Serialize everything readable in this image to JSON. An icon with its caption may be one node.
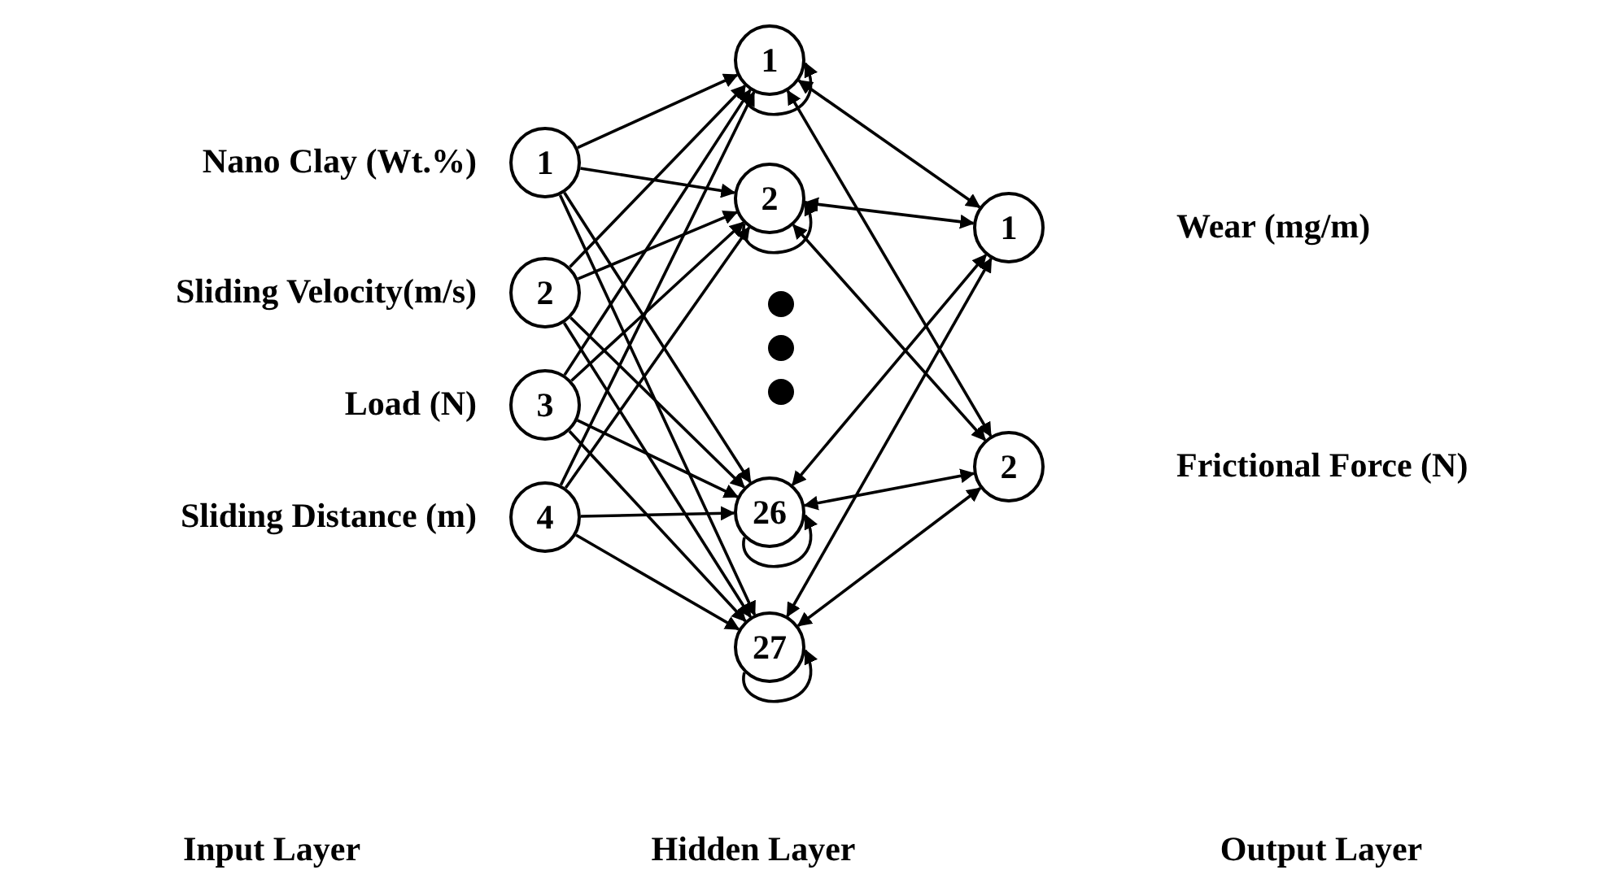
{
  "diagram": {
    "nodes": [
      {
        "text": [
          "1"
        ],
        "beside": [
          "Nano Clay (Wt.%)"
        ]
      },
      {
        "text": [
          "2"
        ],
        "beside": [
          "Sliding Velocity(m/s)"
        ]
      },
      {
        "text": [
          "3"
        ],
        "beside": [
          "Load (N)"
        ]
      },
      {
        "text": [
          "4"
        ],
        "beside": [
          "Sliding Distance (m)"
        ]
      },
      {
        "text": [
          "1"
        ]
      },
      {
        "text": [
          "2"
        ]
      },
      {
        "text": [
          "26"
        ]
      },
      {
        "text": [
          "27"
        ]
      },
      {
        "text": [
          "1"
        ],
        "beside": [
          "Wear (mg/m)"
        ]
      },
      {
        "text": [
          "2"
        ],
        "beside": [
          "Frictional Force (N)"
        ]
      }
    ],
    "edges": [
      {
        "from": 0,
        "to": 4,
        "arrow": "to"
      },
      {
        "from": 0,
        "to": 5,
        "arrow": "to"
      },
      {
        "from": 0,
        "to": 6,
        "arrow": "to"
      },
      {
        "from": 0,
        "to": 7,
        "arrow": "to"
      },
      {
        "from": 1,
        "to": 4,
        "arrow": "to"
      },
      {
        "from": 1,
        "to": 5,
        "arrow": "to"
      },
      {
        "from": 1,
        "to": 6,
        "arrow": "to"
      },
      {
        "from": 1,
        "to": 7,
        "arrow": "to"
      },
      {
        "from": 2,
        "to": 4,
        "arrow": "to"
      },
      {
        "from": 2,
        "to": 5,
        "arrow": "to"
      },
      {
        "from": 2,
        "to": 6,
        "arrow": "to"
      },
      {
        "from": 2,
        "to": 7,
        "arrow": "to"
      },
      {
        "from": 3,
        "to": 4,
        "arrow": "to"
      },
      {
        "from": 3,
        "to": 5,
        "arrow": "to"
      },
      {
        "from": 3,
        "to": 6,
        "arrow": "to"
      },
      {
        "from": 3,
        "to": 7,
        "arrow": "to"
      },
      {
        "from": 4,
        "to": 8,
        "arrow": "both"
      },
      {
        "from": 4,
        "to": 9,
        "arrow": "both"
      },
      {
        "from": 5,
        "to": 8,
        "arrow": "both"
      },
      {
        "from": 5,
        "to": 9,
        "arrow": "both"
      },
      {
        "from": 6,
        "to": 8,
        "arrow": "both"
      },
      {
        "from": 6,
        "to": 9,
        "arrow": "both"
      },
      {
        "from": 7,
        "to": 8,
        "arrow": "both"
      },
      {
        "from": 7,
        "to": 9,
        "arrow": "both"
      },
      {
        "from": 4,
        "to": 4,
        "arrow": "to"
      },
      {
        "from": 5,
        "to": 5,
        "arrow": "to"
      },
      {
        "from": 6,
        "to": 6,
        "arrow": "to"
      },
      {
        "from": 7,
        "to": 7,
        "arrow": "to"
      }
    ],
    "labels": [
      "Input Layer",
      "Hidden Layer",
      "Output Layer"
    ]
  }
}
